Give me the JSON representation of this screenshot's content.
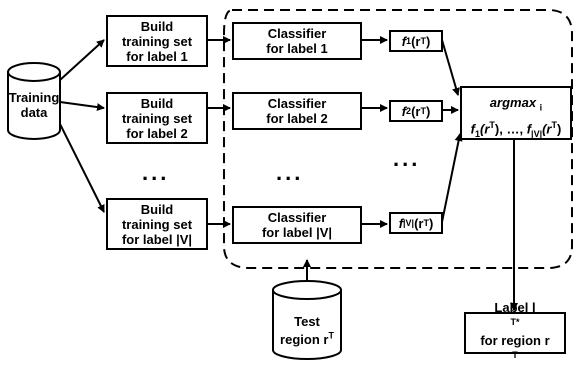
{
  "training_data": {
    "line1": "Training",
    "line2": "data"
  },
  "test_region": {
    "line1": "Test",
    "line2": "region r",
    "sup": "T"
  },
  "build_boxes": [
    {
      "line1": "Build",
      "line2": "training set",
      "line3": "for label 1"
    },
    {
      "line1": "Build",
      "line2": "training set",
      "line3": "for label 2"
    },
    {
      "line1": "Build",
      "line2": "training set",
      "line3": "for label |V|"
    }
  ],
  "classifier_boxes": [
    {
      "line1": "Classifier",
      "line2": "for label 1"
    },
    {
      "line1": "Classifier",
      "line2": "for label 2"
    },
    {
      "line1": "Classifier",
      "line2": "for label |V|"
    }
  ],
  "f_boxes": [
    {
      "f": "f",
      "sub": "1",
      "arg": "(r",
      "sup": "T",
      "close": ")"
    },
    {
      "f": "f",
      "sub": "2",
      "arg": "(r",
      "sup": "T",
      "close": ")"
    },
    {
      "f": "f",
      "sub": "|V|",
      "arg": "(r",
      "sup": "T",
      "close": ")"
    }
  ],
  "ellipsis": "...",
  "argmax": {
    "word": "argmax",
    "sub": "i",
    "f1": "f",
    "f1_sub": "1",
    "f1_arg": "(r",
    "f1_sup": "T",
    "middle": "), …, ",
    "fv": "f",
    "fv_sub": "|V|",
    "fv_arg": "(r",
    "fv_sup": "T",
    "fv_close": ")"
  },
  "output_label": {
    "line1": "Label l",
    "sup1": "T*",
    "line2": "for region r",
    "sup2": "T"
  }
}
